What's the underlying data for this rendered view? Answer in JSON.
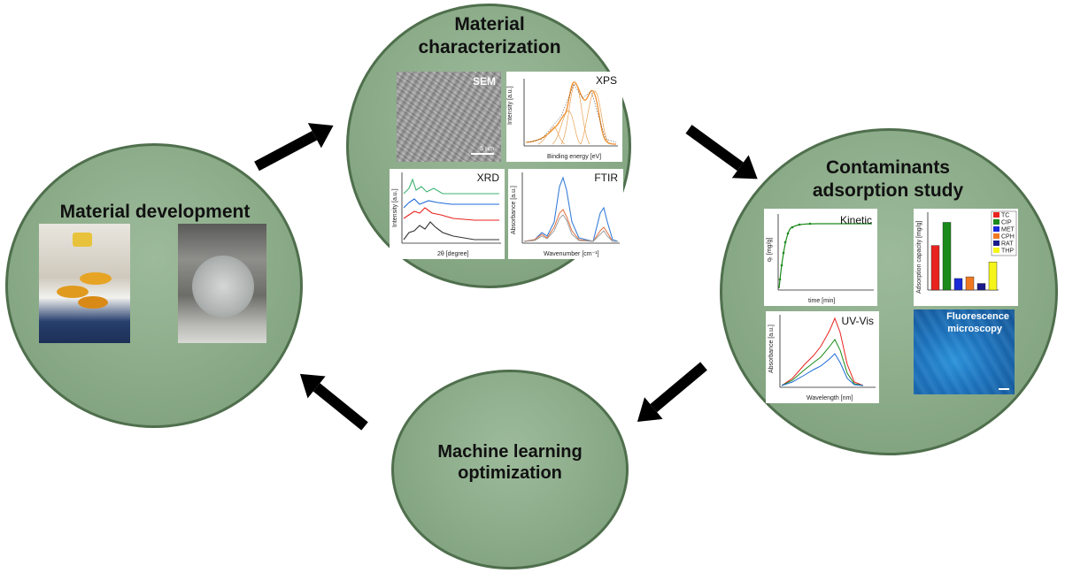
{
  "nodes": {
    "material_development": {
      "title": "Material development"
    },
    "material_characterization": {
      "title_line1": "Material",
      "title_line2": "characterization"
    },
    "contaminants_study": {
      "title_line1": "Contaminants",
      "title_line2": "adsorption study"
    },
    "machine_learning": {
      "title_line1": "Machine learning",
      "title_line2": "optimization"
    }
  },
  "characterization_panels": {
    "sem": {
      "label": "SEM",
      "scale": "5 µm"
    },
    "xps": {
      "label": "XPS",
      "xlabel": "Binding energy [eV]",
      "ylabel": "Intensity [a.u.]"
    },
    "xrd": {
      "label": "XRD",
      "xlabel": "2θ [degree]",
      "ylabel": "Intensity [a.u.]"
    },
    "ftir": {
      "label": "FTIR",
      "xlabel": "Wavenumber [cm⁻¹]",
      "ylabel": "Absorbance [a.u.]"
    }
  },
  "study_panels": {
    "kinetic": {
      "label": "Kinetic",
      "xlabel": "time [min]",
      "ylabel": "qₜ [mg/g]"
    },
    "capacity": {
      "ylabel": "Adsorption capacity [mg/g]",
      "legend": [
        "TC",
        "CIP",
        "MET",
        "CPH",
        "RAT",
        "THP"
      ],
      "colors": [
        "#e8231f",
        "#1a8a1a",
        "#1a2ad8",
        "#f07820",
        "#1a1a8a",
        "#f5f51a"
      ],
      "values": [
        5.4,
        8.2,
        1.4,
        1.6,
        0.8,
        3.4
      ]
    },
    "uvvis": {
      "label": "UV-Vis",
      "xlabel": "Wavelength [nm]",
      "ylabel": "Absorbance [a.u.]"
    },
    "fluorescence": {
      "label_line1": "Fluorescence",
      "label_line2": "microscopy"
    }
  },
  "colors": {
    "circle_fill": "#8fae8d",
    "circle_border": "#4f6f4d",
    "arrow": "#000000"
  }
}
